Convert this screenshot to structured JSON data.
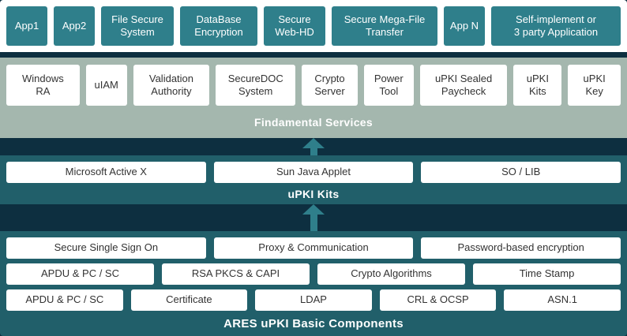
{
  "colors": {
    "bg": "#0d2f40",
    "teal-box": "#2f7f8b",
    "teal-band": "#215f6a",
    "sage": "#a4b7ae",
    "text-dark": "#333333"
  },
  "app_layer": {
    "items": [
      "App1",
      "App2",
      "File Secure\nSystem",
      "DataBase\nEncryption",
      "Secure\nWeb-HD",
      "Secure Mega-File\nTransfer",
      "App N",
      "Self-implement or\n3 party Application"
    ]
  },
  "fundamental": {
    "label": "Findamental  Services",
    "items": [
      "Windows\nRA",
      "uIAM",
      "Validation\nAuthority",
      "SecureDOC\nSystem",
      "Crypto\nServer",
      "Power\nTool",
      "uPKI Sealed\nPaycheck",
      "uPKI\nKits",
      "uPKI\nKey"
    ]
  },
  "kits": {
    "label": "uPKI Kits",
    "items": [
      "Microsoft Active X",
      "Sun Java Applet",
      "SO / LIB"
    ]
  },
  "basic": {
    "label": "ARES uPKI Basic Components",
    "row1": [
      "Secure Single Sign On",
      "Proxy & Communication",
      "Password-based encryption"
    ],
    "row2": [
      "APDU & PC / SC",
      "RSA PKCS & CAPI",
      "Crypto Algorithms",
      "Time Stamp"
    ],
    "row3": [
      "APDU & PC / SC",
      "Certificate",
      "LDAP",
      "CRL & OCSP",
      "ASN.1"
    ]
  }
}
